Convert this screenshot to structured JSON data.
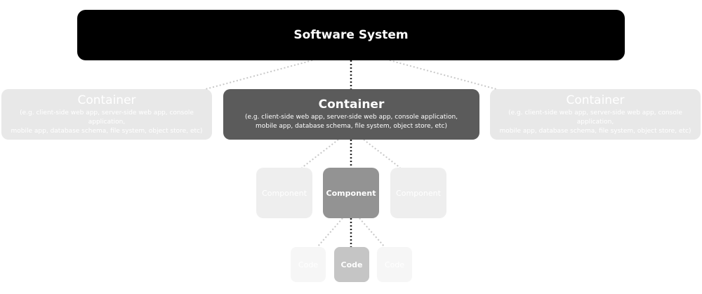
{
  "software_system": {
    "title": "Software System"
  },
  "containers": {
    "left": {
      "title": "Container",
      "description": "(e.g. client-side web app, server-side web app, console application,\nmobile app, database schema, file system, object store, etc)"
    },
    "center": {
      "title": "Container",
      "description": "(e.g. client-side web app, server-side web app, console application,\nmobile app, database schema, file system, object store, etc)"
    },
    "right": {
      "title": "Container",
      "description": "(e.g. client-side web app, server-side web app, console application,\nmobile app, database schema, file system, object store, etc)"
    }
  },
  "components": {
    "left": {
      "title": "Component"
    },
    "center": {
      "title": "Component"
    },
    "right": {
      "title": "Component"
    }
  },
  "code": {
    "left": {
      "title": "Code"
    },
    "center": {
      "title": "Code"
    },
    "right": {
      "title": "Code"
    }
  },
  "colors": {
    "system": "#000000",
    "container_focus": "#5b5b5b",
    "container_faded": "#e8e8e8",
    "component_focus": "#939393",
    "component_faded": "#eeeeee",
    "code_focus": "#c5c5c5",
    "code_faded": "#f6f6f6",
    "connector_focus": "#222222",
    "connector_faded": "#c8c8c8"
  }
}
